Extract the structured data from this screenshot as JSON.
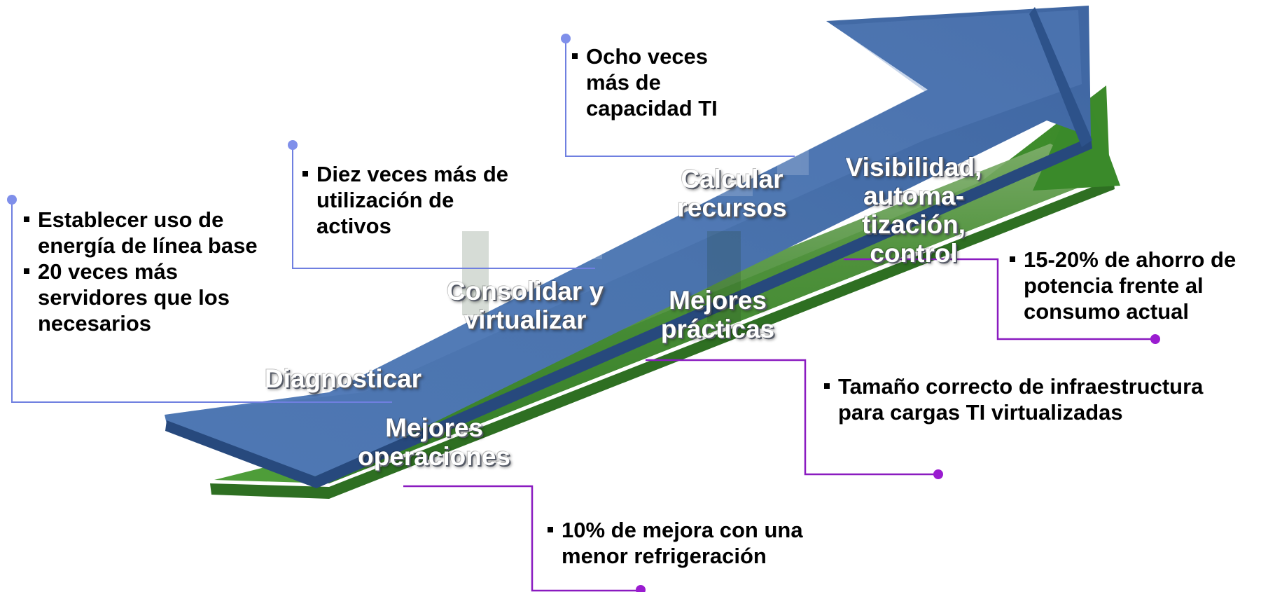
{
  "colors": {
    "blue_arrow": "#3f6aa6",
    "green_arrow": "#3d8a2c",
    "blue_connector": "#6f7fe0",
    "purple_connector": "#8a1bc0"
  },
  "stages": {
    "diagnosticar": "Diagnosticar",
    "consolidar": "Consolidar y virtualizar",
    "calcular": "Calcular recursos",
    "visibilidad": "Visibilidad, automa-tización, control",
    "mejores_operaciones": "Mejores operaciones",
    "mejores_practicas": "Mejores prácticas"
  },
  "notes": {
    "diagnosticar": [
      "Establecer uso de energía de línea base",
      "20 veces más servidores que los necesarios"
    ],
    "consolidar": [
      "Diez veces más de utilización de activos"
    ],
    "calcular": [
      "Ocho veces más de capacidad TI"
    ],
    "operaciones": [
      "10% de mejora con una menor refrigeración"
    ],
    "practicas": [
      "Tamaño correcto de infraestructura para cargas TI virtualizadas"
    ],
    "visibilidad": [
      "15-20% de ahorro de potencia frente al consumo actual"
    ]
  }
}
